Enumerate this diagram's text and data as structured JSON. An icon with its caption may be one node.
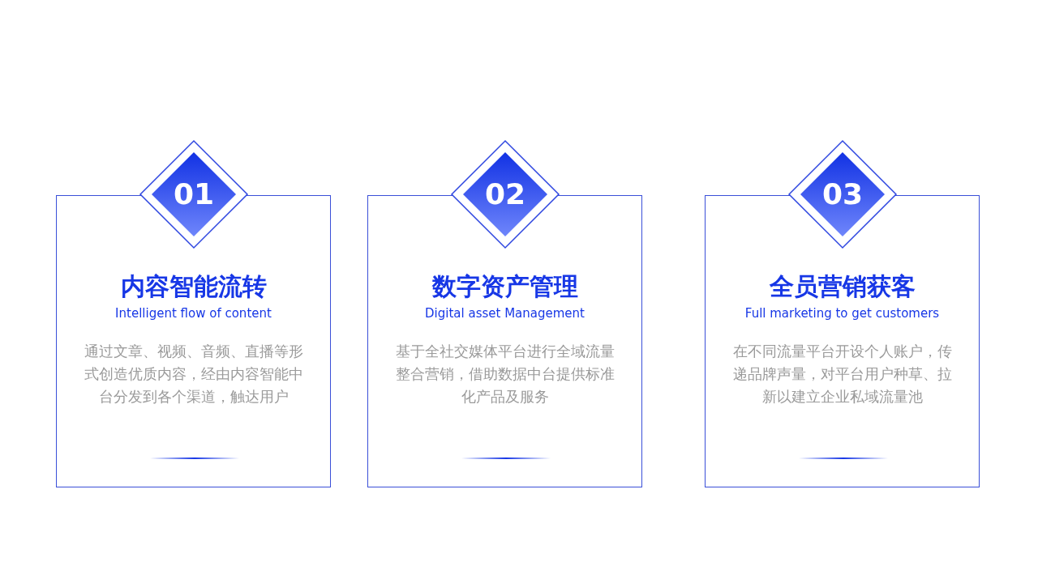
{
  "diagram": {
    "nodes": [
      {
        "text": [
          "01"
        ]
      },
      {
        "text": [
          "内容智能流转",
          "Intelligent flow of content",
          "通过文章、视频、音频、直播等形式创造优质内容，经由内容智能中台分发到各个渠道，触达用户"
        ]
      },
      {
        "text": [
          "02"
        ]
      },
      {
        "text": [
          "数字资产管理",
          "Digital asset Management",
          "基于全社交媒体平台进行全域流量整合营销，借助数据中台提供标准化产品及服务"
        ]
      },
      {
        "text": [
          "03"
        ]
      },
      {
        "text": [
          "全员营销获客",
          "Full marketing to get customers",
          "在不同流量平台开设个人账户，传递品牌声量，对平台用户种草、拉新以建立企业私域流量池"
        ]
      }
    ],
    "edges": []
  }
}
